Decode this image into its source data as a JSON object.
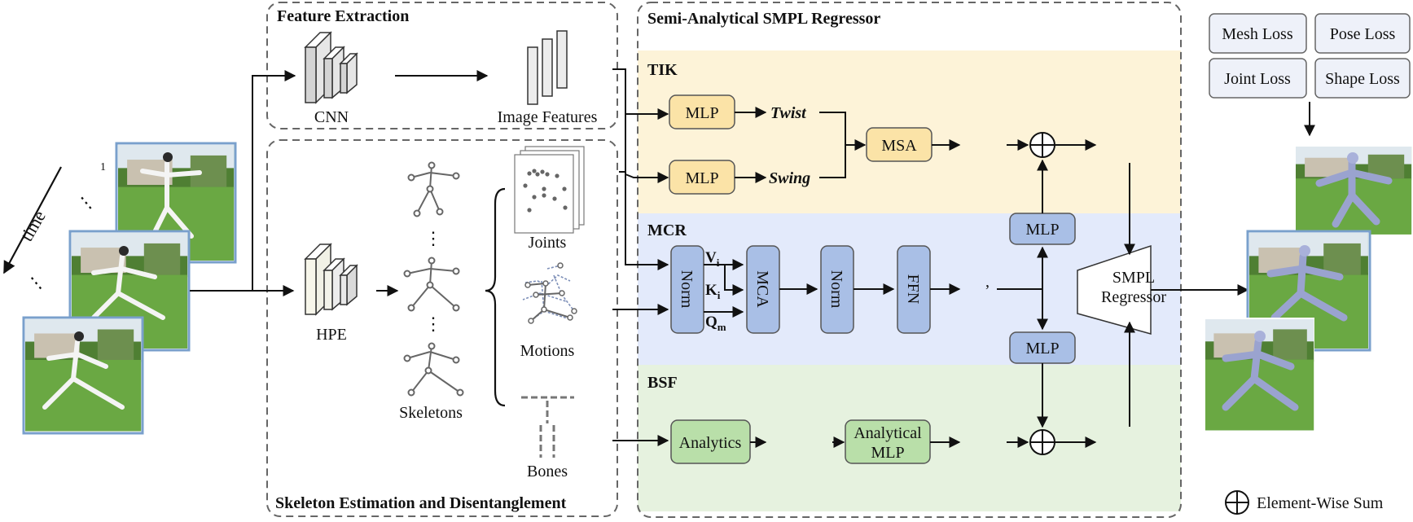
{
  "sections": {
    "feature_extraction": "Feature Extraction",
    "skeleton": "Skeleton Estimation and Disentanglement",
    "regressor": "Semi-Analytical SMPL Regressor",
    "tik": "TIK",
    "mcr": "MCR",
    "bsf": "BSF"
  },
  "input": {
    "time_label": "time",
    "frame_index": "1",
    "dots_a": "⋮",
    "dots_b": "⋮"
  },
  "feature": {
    "cnn": "CNN",
    "image_features": "Image Features"
  },
  "skeleton": {
    "hpe": "HPE",
    "skeletons": "Skeletons",
    "joints": "Joints",
    "motions": "Motions",
    "bones": "Bones",
    "dots_a": "⋮",
    "dots_b": "⋮"
  },
  "tik": {
    "mlp_top": "MLP",
    "mlp_bottom": "MLP",
    "twist": "Twist",
    "swing": "Swing",
    "msa": "MSA"
  },
  "mcr": {
    "norm1": "Norm",
    "vi": "V",
    "ki": "K",
    "qm": "Q",
    "sub_i1": "i",
    "sub_i2": "i",
    "sub_m": "m",
    "mca": "MCA",
    "norm2": "Norm",
    "ffn": "FFN",
    "comma": ",",
    "mlp_up": "MLP",
    "mlp_down": "MLP"
  },
  "bsf": {
    "analytics": "Analytics",
    "analytical_mlp_line1": "Analytical",
    "analytical_mlp_line2": "MLP"
  },
  "regressor": {
    "line1": "SMPL",
    "line2": "Regressor"
  },
  "losses": {
    "mesh": "Mesh Loss",
    "pose": "Pose Loss",
    "joint": "Joint Loss",
    "shape": "Shape Loss"
  },
  "legend": {
    "sum": "Element-Wise Sum"
  },
  "colors": {
    "tik_band": "#fdf3d8",
    "mcr_band": "#e3eafb",
    "bsf_band": "#e6f2df",
    "yellow_box": "#fbe3a7",
    "blue_box": "#a9bfe6",
    "green_box": "#b9dfa9",
    "loss_box": "#eef1f9",
    "grass": "#5f9f3a",
    "sky": "#dfe8ee"
  }
}
